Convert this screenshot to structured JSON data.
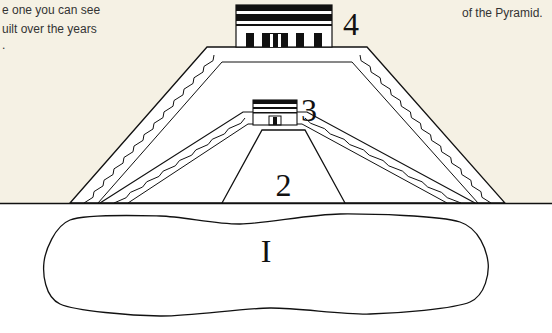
{
  "diagram": {
    "nodes": [
      {
        "text": [
          "2"
        ]
      },
      {
        "text": [
          "I"
        ]
      }
    ],
    "labels": [
      "e one you can see",
      "uilt over the years",
      ".",
      "of the Pyramid.",
      "4",
      "3"
    ]
  }
}
